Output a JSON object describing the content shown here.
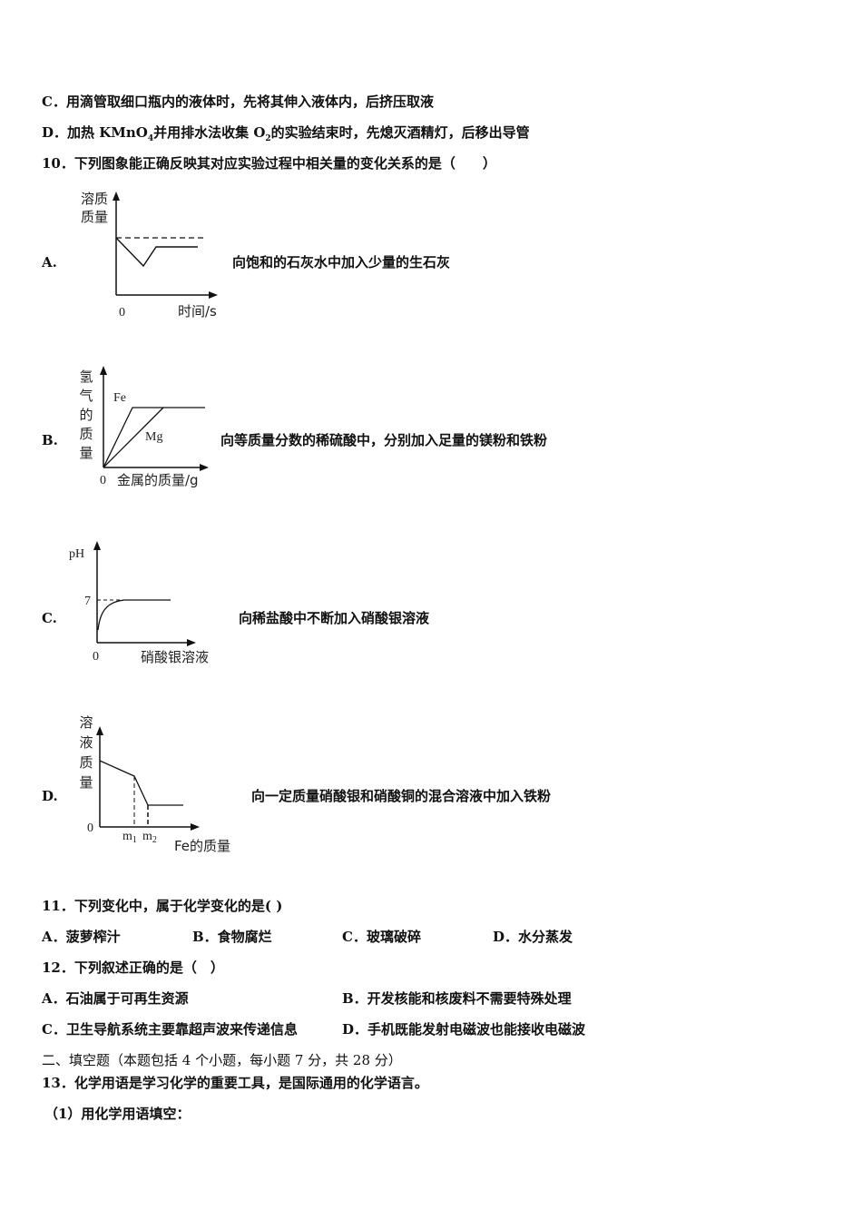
{
  "q9_options": {
    "C": "C．用滴管取细口瓶内的液体时，先将其伸入液体内，后挤压取液",
    "D_pre": "D．加热 KMnO",
    "D_sub1": "4",
    "D_mid": "并用排水法收集 O",
    "D_sub2": "2",
    "D_post": "的实验结束时，先熄灭酒精灯，后移出导管"
  },
  "q10": {
    "stem": "10．下列图象能正确反映其对应实验过程中相关量的变化关系的是（　　）",
    "options": [
      {
        "label": "A.",
        "description": "向饱和的石灰水中加入少量的生石灰"
      },
      {
        "label": "B.",
        "description": "向等质量分数的稀硫酸中，分别加入足量的镁粉和铁粉"
      },
      {
        "label": "C.",
        "description": "向稀盐酸中不断加入硝酸银溶液"
      },
      {
        "label": "D.",
        "description": "向一定质量硝酸银和硝酸铜的混合溶液中加入铁粉"
      }
    ]
  },
  "q11": {
    "stem": "11．下列变化中，属于化学变化的是( )",
    "options": [
      "A．菠萝榨汁",
      "B．食物腐烂",
      "C．玻璃破碎",
      "D．水分蒸发"
    ]
  },
  "q12": {
    "stem": "12．下列叙述正确的是（　）",
    "options": [
      "A．石油属于可再生资源",
      "B．开发核能和核废料不需要特殊处理",
      "C．卫生导航系统主要靠超声波来传递信息",
      "D．手机既能发射电磁波也能接收电磁波"
    ]
  },
  "section2": {
    "heading": "二、填空题（本题包括 4 个小题，每小题 7 分，共 28 分）"
  },
  "q13": {
    "stem": "13．化学用语是学习化学的重要工具，是国际通用的化学语言。",
    "sub1": "（1）用化学用语填空："
  },
  "chart_data": [
    {
      "type": "line",
      "title": "A",
      "ylabel": "溶质质量",
      "xlabel": "时间/s",
      "origin_label": "0",
      "series": [
        {
          "name": "溶质质量",
          "x": [
            0,
            3,
            4.4,
            9
          ],
          "y": [
            6.0,
            3.0,
            5.0,
            5.0
          ]
        },
        {
          "name": "初始水平(虚线)",
          "style": "dashed",
          "x": [
            0,
            10
          ],
          "y": [
            6.0,
            6.0
          ]
        }
      ]
    },
    {
      "type": "line",
      "title": "B",
      "ylabel": "氢气的质量",
      "xlabel": "金属的质量/g",
      "origin_label": "0",
      "series": [
        {
          "name": "Fe",
          "x": [
            0,
            3,
            10
          ],
          "y": [
            6,
            6,
            6
          ],
          "x_plateau_start": 3
        },
        {
          "name": "Mg",
          "x": [
            0,
            6,
            10
          ],
          "y": [
            0,
            6,
            6
          ]
        }
      ],
      "annotations": [
        "Fe",
        "Mg"
      ]
    },
    {
      "type": "line",
      "title": "C",
      "ylabel": "pH",
      "xlabel": "硝酸银溶液",
      "origin_label": "0",
      "yticks": [
        "7"
      ],
      "series": [
        {
          "name": "pH",
          "x": [
            0,
            0.5,
            1.5,
            3,
            7.5
          ],
          "y": [
            2,
            4.5,
            6.2,
            7,
            7
          ]
        },
        {
          "name": "pH=7(虚线)",
          "style": "dashed",
          "x": [
            0,
            3
          ],
          "y": [
            7,
            7
          ]
        }
      ]
    },
    {
      "type": "line",
      "title": "D",
      "ylabel": "溶液质量",
      "xlabel": "Fe的质量",
      "origin_label": "0",
      "xticks": [
        "m1",
        "m2"
      ],
      "series": [
        {
          "name": "溶液质量",
          "x": [
            0,
            "m1",
            "m2",
            "end"
          ],
          "y": [
            7,
            5.4,
            2.2,
            2.2
          ]
        }
      ]
    }
  ]
}
